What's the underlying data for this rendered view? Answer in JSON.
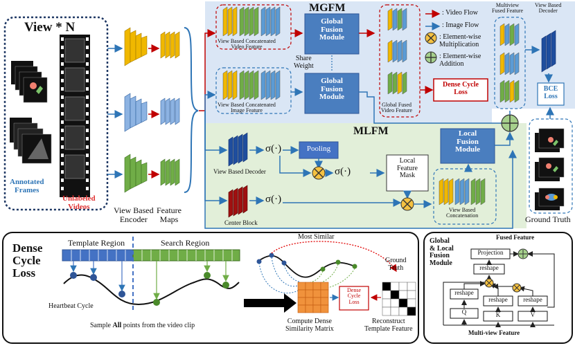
{
  "view_panel": {
    "title": "View * N",
    "annotated": "Annotated\nFrames",
    "unlabeled": "Unlabeled\nVideos"
  },
  "encoder": {
    "label": "View Based\nEncoder",
    "maps": "Feature\nMaps"
  },
  "mgfm": {
    "title": "MGFM",
    "video_feature": "View Based Concatenated\nVideo Feature",
    "image_feature": "View Based Concatenated\nImage Feature",
    "gfm_top": "Global\nFusion\nModule",
    "gfm_bottom": "Global\nFusion\nModule",
    "share_weight": "Share\nWeight",
    "fused_video": "Global Fused\nVideo Feature",
    "dense_cycle_loss": "Dense Cycle\nLoss"
  },
  "legend": {
    "video_flow": ": Video Flow",
    "image_flow": ": Image Flow",
    "mult": ": Element-wise\nMultiplication",
    "add": ": Element-wise\nAddition",
    "mult_symbol": "⊗",
    "add_symbol": "⊕"
  },
  "right_col": {
    "multiview": "Multiview\nFused Feature",
    "decoder": "View Based\nDecoder",
    "bce": "BCE\nLoss",
    "ground_truth": "Ground Truth"
  },
  "mlfm": {
    "title": "MLFM",
    "view_decoder": "View Based Decoder",
    "center_block": "Center Block",
    "sigma": "σ(·)",
    "pooling": "Pooling",
    "local_feature_mask": "Local\nFeature\nMask",
    "lfm": "Local\nFusion\nModule",
    "concat": "View Based\nConcatenation"
  },
  "dcl_panel": {
    "title": "Dense\nCycle\nLoss",
    "template": "Template Region",
    "search": "Search Region",
    "heartbeat": "Heartbeat Cycle",
    "sample_pre": "Sample ",
    "sample_bold": "All",
    "sample_post": " points from the video clip",
    "most_similar": "Most Similar",
    "dense_cycle_loss": "Dense\nCycle\nLoss",
    "ground_truth": "Ground\nTruth",
    "compute": "Compute Dense\nSimilarity Matrix",
    "reconstruct": "Reconstruct\nTemplate Feature"
  },
  "glf_panel": {
    "title": "Global\n& Local\nFusion\nModule",
    "fused": "Fused Feature",
    "projection": "Projection",
    "reshape": "reshape",
    "q": "Q",
    "k": "K",
    "v": "V",
    "multiview_feature": "Multi-view Feature"
  },
  "colors": {
    "video_flow": "#c00000",
    "image_flow": "#2e75b6",
    "mgfm_bg": "#dae6f5",
    "mlfm_bg": "#e2efd9",
    "module_blue": "#4a7ebf",
    "yellow": "#f0b800",
    "green": "#70ad47",
    "blue": "#5b9bd5",
    "orange": "#f4a460"
  }
}
